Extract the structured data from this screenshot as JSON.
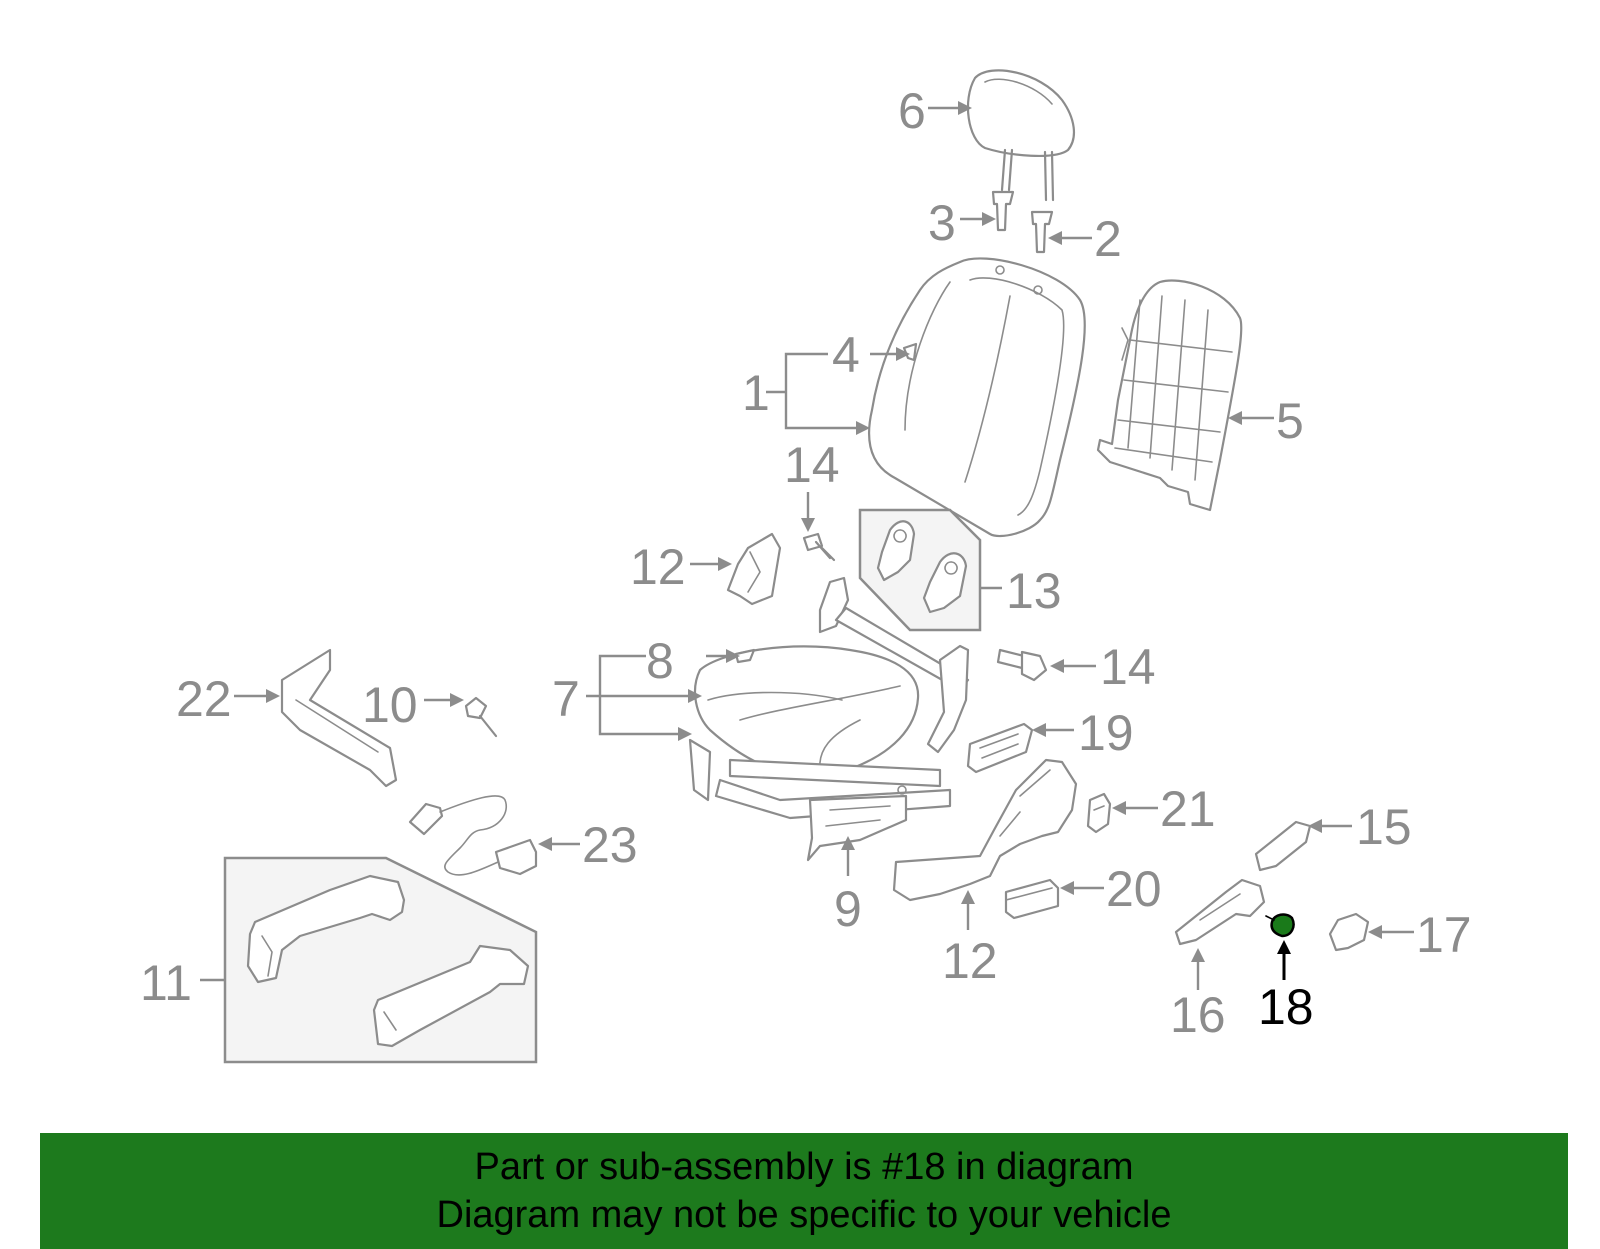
{
  "callouts": {
    "c1": "1",
    "c2": "2",
    "c3": "3",
    "c4": "4",
    "c5": "5",
    "c6": "6",
    "c7": "7",
    "c8": "8",
    "c9": "9",
    "c10": "10",
    "c11": "11",
    "c12a": "12",
    "c12b": "12",
    "c13": "13",
    "c14a": "14",
    "c14b": "14",
    "c15": "15",
    "c16": "16",
    "c17": "17",
    "c18": "18",
    "c19": "19",
    "c20": "20",
    "c21": "21",
    "c22": "22",
    "c23": "23"
  },
  "highlight": {
    "part_number": "18",
    "color": "#1d7a1d"
  },
  "banner": {
    "line1": "Part or sub-assembly is #18 in diagram",
    "line2": "Diagram may not be specific to your vehicle",
    "background": "#1d7a1d"
  }
}
